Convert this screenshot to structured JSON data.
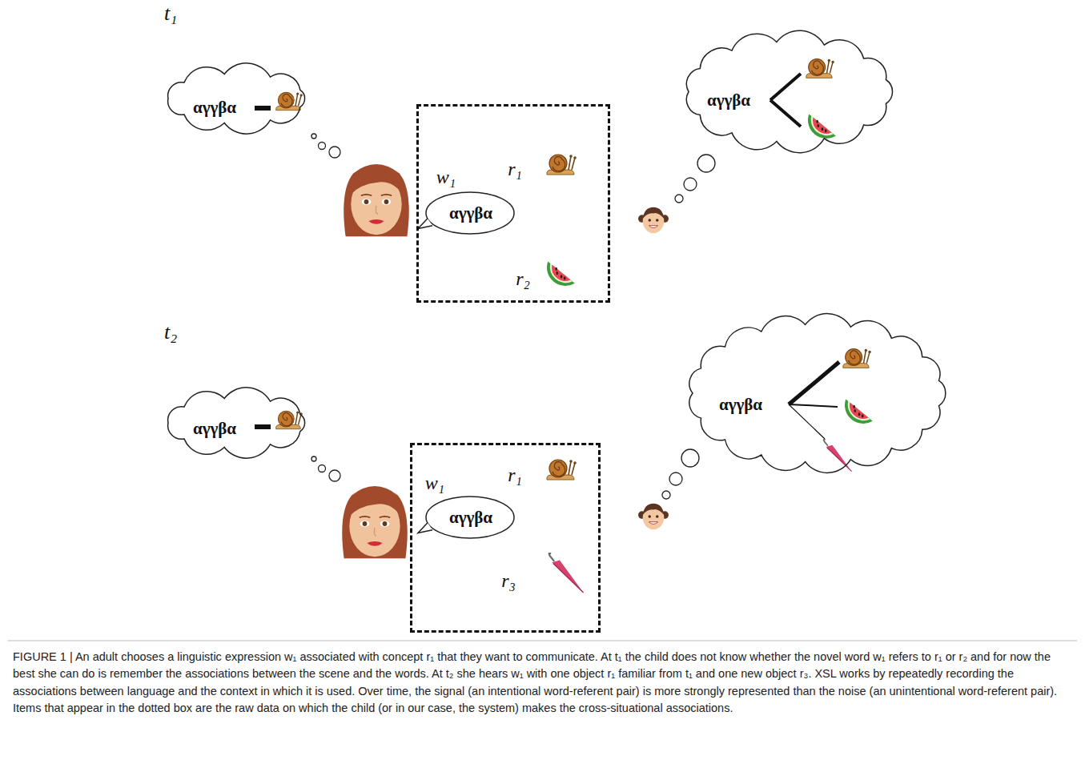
{
  "diagram": {
    "caption": "FIGURE 1 | An adult chooses a linguistic expression w₁ associated with concept r₁ that they want to communicate. At t₁ the child does not know whether the novel word w₁ refers to r₁ or r₂ and for now the best she can do is remember the associations between the scene and the words. At t₂ she hears w₁ with one object r₁ familiar from t₁ and one new object r₃. XSL works by repeatedly recording the associations between language and the context in which it is used. Over time, the signal (an intentional word-referent pair) is more strongly represented than the noise (an unintentional word-referent pair). Items that appear in the dotted box are the raw data on which the child (or in our case, the system) makes the cross-situational associations.",
    "nodes": [
      {
        "text": [
          "αγγβα"
        ]
      },
      {
        "text": [
          "αγγβα"
        ]
      },
      {
        "text": [
          "w₁",
          "r₁",
          "r₂"
        ]
      },
      {
        "text": [
          "αγγβα"
        ]
      },
      {
        "text": [
          "αγγβα"
        ]
      },
      {
        "text": [
          "αγγβα"
        ]
      },
      {
        "text": [
          "w₁",
          "r₁",
          "r₃"
        ]
      },
      {
        "text": [
          "αγγβα"
        ]
      }
    ],
    "labels": [
      "t₁",
      "t₂"
    ]
  }
}
